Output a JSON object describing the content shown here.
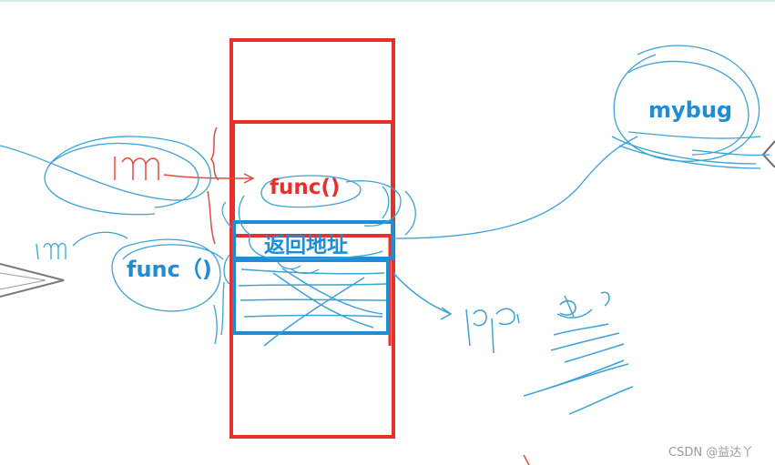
{
  "labels": {
    "func_red": "func()",
    "return_address": "返回地址",
    "func_blue": "func（)",
    "mybug": "mybug"
  },
  "watermark": "CSDN @益达丫",
  "colors": {
    "red": "#e8302a",
    "blue": "#1f8dd6",
    "sketch_blue": "#3aa3d6",
    "sketch_red": "#e24a3d",
    "gray": "#7a7a7a"
  }
}
